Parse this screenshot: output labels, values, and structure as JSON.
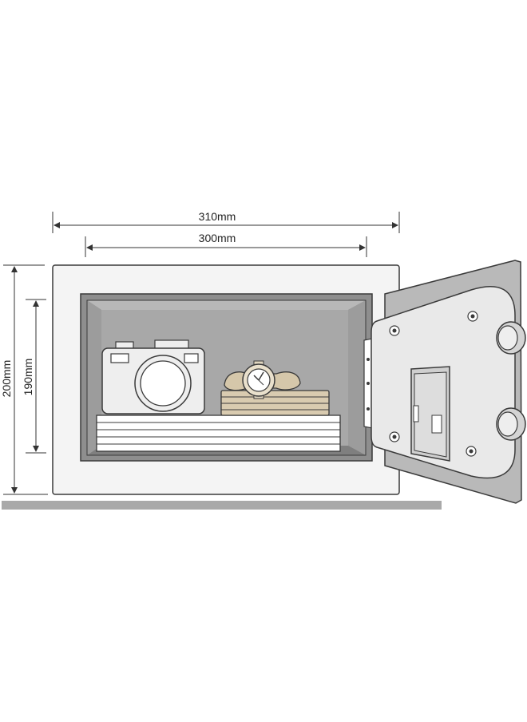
{
  "dimensions": {
    "outer_width": "310mm",
    "inner_width": "300mm",
    "outer_height": "200mm",
    "inner_height": "190mm"
  },
  "colors": {
    "safe_body": "#f4f4f4",
    "interior": "#8e8e8e",
    "interior_back": "#a8a8a8",
    "door_frame": "#b9b9b9",
    "door_panel": "#e9e9e9",
    "floor": "#a9a9a9",
    "watch_strap": "#d5c7aa",
    "books": "#d9cbb0",
    "outline": "#3a3a3a"
  },
  "icons": [
    "camera-icon",
    "watch-icon",
    "books-icon",
    "papers-icon",
    "keypad-icon",
    "hinge-icon",
    "knob-icon"
  ]
}
